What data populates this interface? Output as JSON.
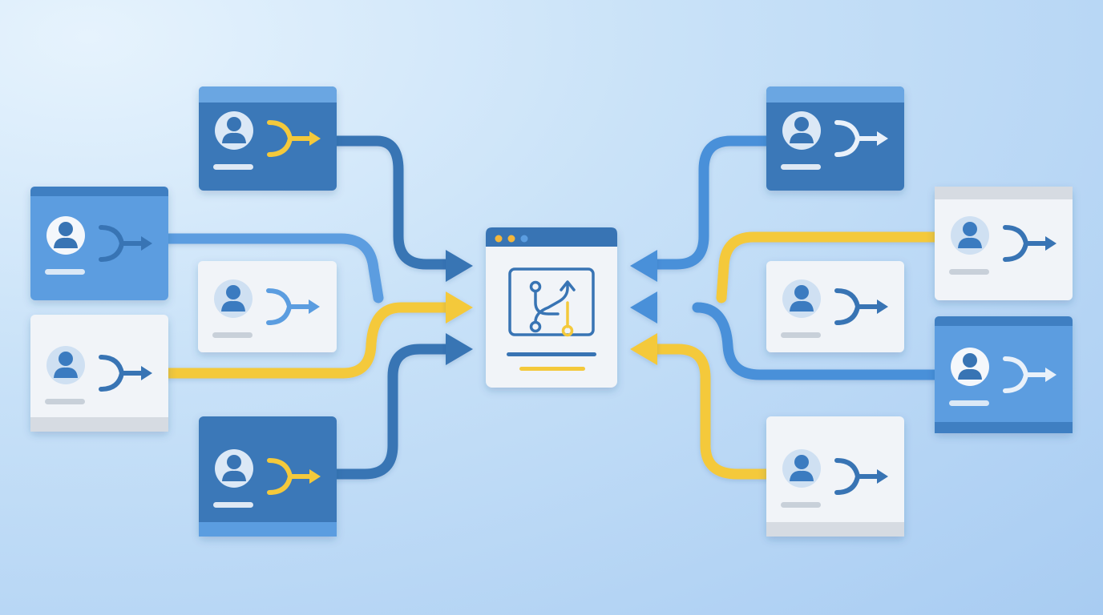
{
  "colors": {
    "background_light": "#e6f3fd",
    "background_dark": "#a8ccf2",
    "blue_dark": "#3874b4",
    "blue_mid": "#4a90d9",
    "blue_light": "#5b9de0",
    "yellow": "#f4c93b",
    "card_white": "#f1f4f8",
    "card_gray": "#d6dbe2"
  },
  "hub": {
    "name": "merge-hub-window",
    "icon": "git-merge-icon",
    "window_dots": [
      "#f4b63b",
      "#f4b63b",
      "#4a90d9"
    ]
  },
  "cards": [
    {
      "name": "source-card-left-top",
      "theme": "dark",
      "icon": "user-avatar-icon",
      "branch_icon": "branch-merge-icon",
      "accent": "yellow"
    },
    {
      "name": "source-card-left-upper",
      "theme": "light-blue",
      "icon": "user-avatar-icon",
      "branch_icon": "branch-merge-icon",
      "accent": "dark-blue"
    },
    {
      "name": "source-card-left-middle",
      "theme": "white",
      "icon": "user-avatar-icon",
      "branch_icon": "branch-merge-icon",
      "accent": "blue"
    },
    {
      "name": "source-card-left-lower",
      "theme": "white",
      "icon": "user-avatar-icon",
      "branch_icon": "branch-merge-icon",
      "accent": "dark-blue"
    },
    {
      "name": "source-card-left-bottom",
      "theme": "dark",
      "icon": "user-avatar-icon",
      "branch_icon": "branch-merge-icon",
      "accent": "yellow"
    },
    {
      "name": "source-card-right-top",
      "theme": "dark",
      "icon": "user-avatar-icon",
      "branch_icon": "branch-merge-icon",
      "accent": "white"
    },
    {
      "name": "source-card-right-upper",
      "theme": "white",
      "icon": "user-avatar-icon",
      "branch_icon": "branch-merge-icon",
      "accent": "dark-blue"
    },
    {
      "name": "source-card-right-middle",
      "theme": "white",
      "icon": "user-avatar-icon",
      "branch_icon": "branch-merge-icon",
      "accent": "dark-blue"
    },
    {
      "name": "source-card-right-lower",
      "theme": "light-blue",
      "icon": "user-avatar-icon",
      "branch_icon": "branch-merge-icon",
      "accent": "white"
    },
    {
      "name": "source-card-right-bottom",
      "theme": "white",
      "icon": "user-avatar-icon",
      "branch_icon": "branch-merge-icon",
      "accent": "dark-blue"
    }
  ],
  "connectors": [
    {
      "name": "connector-left-top",
      "color": "dark-blue"
    },
    {
      "name": "connector-left-upper",
      "color": "blue"
    },
    {
      "name": "connector-left-middle",
      "color": "yellow"
    },
    {
      "name": "connector-left-lower",
      "color": "yellow"
    },
    {
      "name": "connector-left-bottom",
      "color": "dark-blue"
    },
    {
      "name": "connector-right-top",
      "color": "blue"
    },
    {
      "name": "connector-right-upper",
      "color": "yellow"
    },
    {
      "name": "connector-right-middle",
      "color": "blue"
    },
    {
      "name": "connector-right-lower",
      "color": "blue"
    },
    {
      "name": "connector-right-bottom",
      "color": "yellow"
    }
  ]
}
